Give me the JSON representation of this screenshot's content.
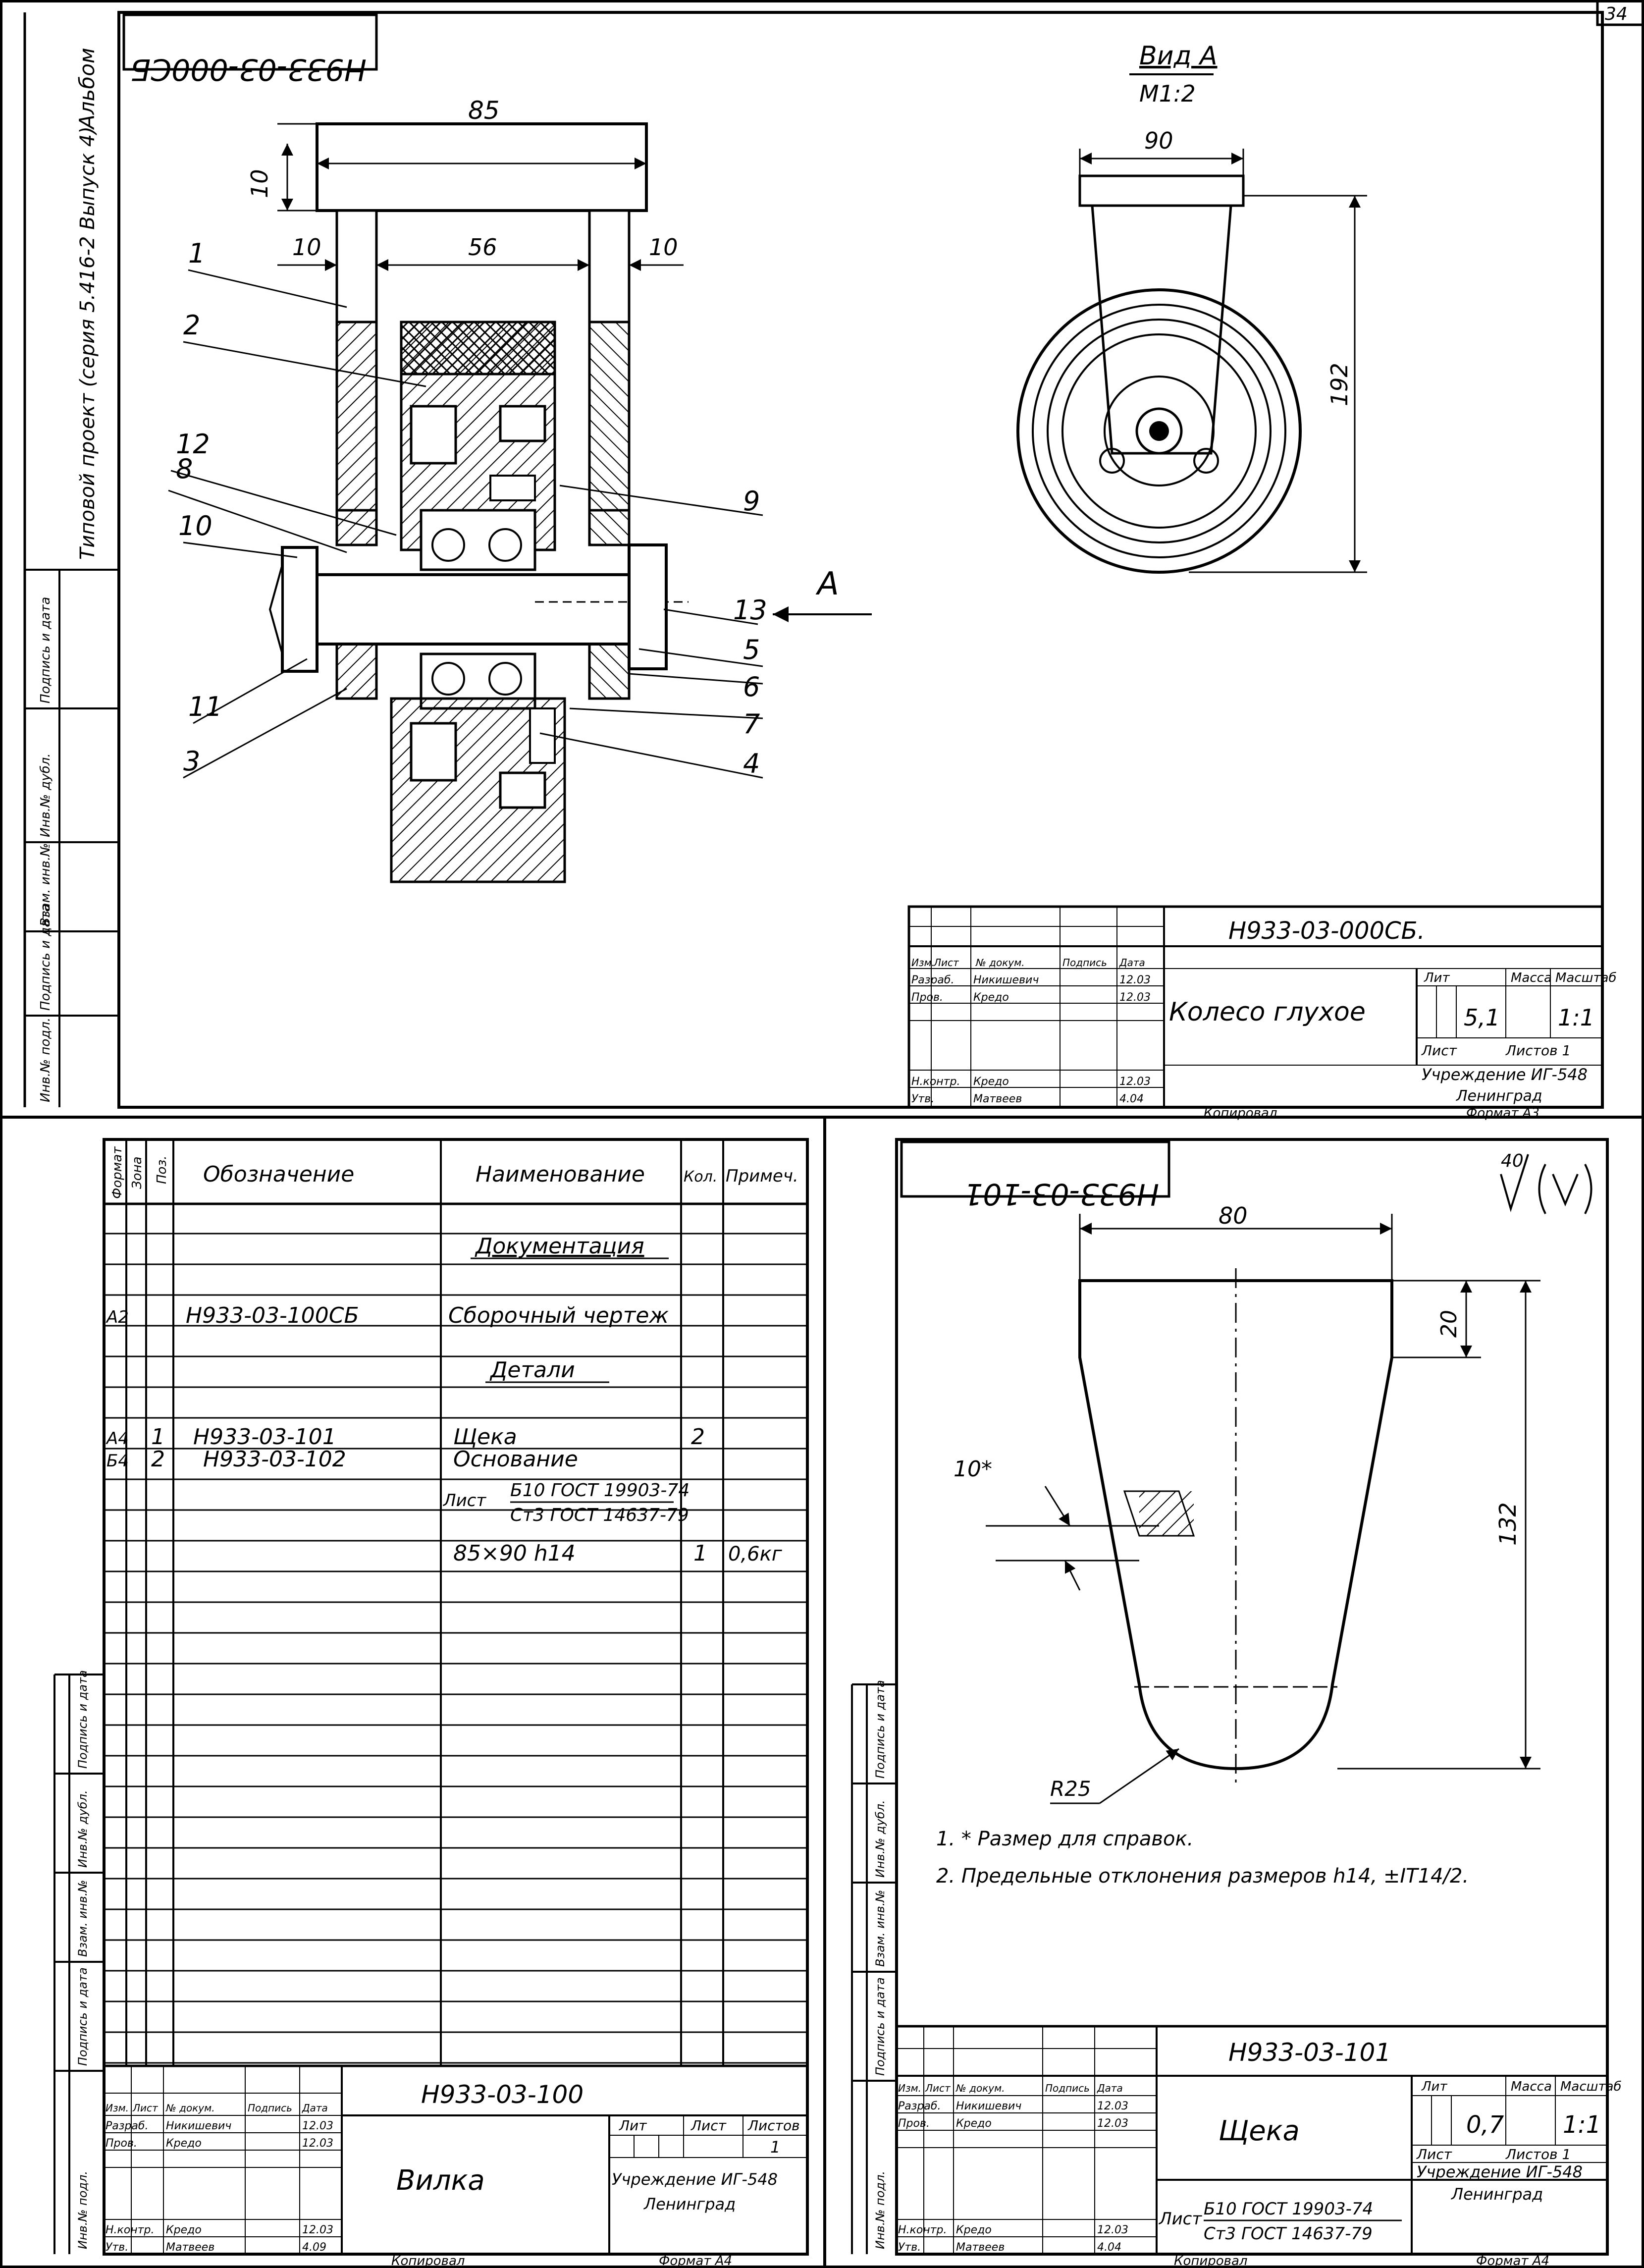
{
  "page_number": "34",
  "album_label": "Альбом",
  "project_label": "Типовой проект (серия 5.416-2 Выпуск 4)",
  "margin_stamp": [
    "Инв.№ подл.",
    "Подпись и дата",
    "Взам. инв.№",
    "Инв.№ дубл.",
    "Подпись и дата"
  ],
  "sheet1": {
    "code_rotated": "Н933-03-000СБ",
    "view_title": "Вид А",
    "view_scale": "М1:2",
    "dims": {
      "d85": "85",
      "d10_top": "10",
      "d10_left": "10",
      "d56": "56",
      "d10_right": "10",
      "d90": "90",
      "d192": "192"
    },
    "callouts": [
      "1",
      "2",
      "12",
      "8",
      "10",
      "11",
      "3",
      "9",
      "13",
      "5",
      "6",
      "7",
      "4"
    ],
    "arrow_label": "А",
    "title_block": {
      "code": "Н933-03-000СБ.",
      "name": "Колесо глухое",
      "headers": [
        "Лит",
        "Масса",
        "Масштаб"
      ],
      "mass": "5,1",
      "scale": "1:1",
      "sheet": "Лист",
      "sheets": "Листов 1",
      "org": "Учреждение ИГ-548",
      "city": "Ленинград",
      "roles": [
        "Изм.",
        "Лист",
        "№ докум.",
        "Подпись",
        "Дата"
      ],
      "rows": [
        [
          "Разраб.",
          "Никишевич",
          "",
          "12.03"
        ],
        [
          "Пров.",
          "Кредо",
          "",
          "12.03"
        ],
        [
          "Н.контр.",
          "Кредо",
          "",
          "12.03"
        ],
        [
          "Утв.",
          "Матвеев",
          "",
          "4.04"
        ]
      ],
      "copied": "Копировал",
      "format": "Формат А3"
    }
  },
  "sheet2": {
    "headers": [
      "Формат",
      "Зона",
      "Поз.",
      "Обозначение",
      "Наименование",
      "Кол.",
      "Примеч."
    ],
    "rows": [
      {
        "fmt": "",
        "pos": "",
        "code": "",
        "name": "Документация",
        "qty": "",
        "note": "",
        "underline": true
      },
      {
        "fmt": "А2",
        "pos": "",
        "code": "Н933-03-100СБ",
        "name": "Сборочный чертеж",
        "qty": "",
        "note": ""
      },
      {
        "fmt": "",
        "pos": "",
        "code": "",
        "name": "Детали",
        "qty": "",
        "note": "",
        "underline": true
      },
      {
        "fmt": "А4",
        "pos": "1",
        "code": "Н933-03-101",
        "name": "Щека",
        "qty": "2",
        "note": ""
      },
      {
        "fmt": "Б4",
        "pos": "2",
        "code": "Н933-03-102",
        "name": "Основание",
        "qty": "",
        "note": ""
      }
    ],
    "material_sheet": "Лист",
    "material_a": "Б10 ГОСТ 19903-74",
    "material_b": "Ст3 ГОСТ 14637-79",
    "material_size": "85×90 h14",
    "material_qty": "1",
    "material_mass": "0,6кг",
    "title_block": {
      "code": "Н933-03-100",
      "name": "Вилка",
      "headers": [
        "Лит",
        "Лист",
        "Листов"
      ],
      "sheets": "1",
      "org": "Учреждение ИГ-548",
      "city": "Ленинград",
      "roles": [
        "Изм.",
        "Лист",
        "№ докум.",
        "Подпись",
        "Дата"
      ],
      "rows": [
        [
          "Разраб.",
          "Никишевич",
          "",
          "12.03"
        ],
        [
          "Пров.",
          "Кредо",
          "",
          "12.03"
        ],
        [
          "Н.контр.",
          "Кредо",
          "",
          "12.03"
        ],
        [
          "Утв.",
          "Матвеев",
          "",
          "4.09"
        ]
      ],
      "copied": "Копировал",
      "format": "Формат А4"
    }
  },
  "sheet3": {
    "code_rotated": "Н933-03-101",
    "roughness": "40",
    "dims": {
      "d80": "80",
      "d20": "20",
      "d132": "132",
      "d10": "10*",
      "r25": "R25"
    },
    "notes": [
      "1. * Размер для справок.",
      "2. Предельные отклонения размеров h14, ±IT14/2."
    ],
    "title_block": {
      "code": "Н933-03-101",
      "name": "Щека",
      "headers": [
        "Лит",
        "Масса",
        "Масштаб"
      ],
      "mass": "0,7",
      "scale": "1:1",
      "sheet": "Лист",
      "sheets": "Листов 1",
      "material_prefix": "Лист",
      "material_a": "Б10 ГОСТ 19903-74",
      "material_b": "Ст3 ГОСТ 14637-79",
      "org": "Учреждение ИГ-548",
      "city": "Ленинград",
      "roles": [
        "Изм.",
        "Лист",
        "№ докум.",
        "Подпись",
        "Дата"
      ],
      "rows": [
        [
          "Разраб.",
          "Никишевич",
          "",
          "12.03"
        ],
        [
          "Пров.",
          "Кредо",
          "",
          "12.03"
        ],
        [
          "Н.контр.",
          "Кредо",
          "",
          "12.03"
        ],
        [
          "Утв.",
          "Матвеев",
          "",
          "4.04"
        ]
      ],
      "copied": "Копировал",
      "format": "Формат А4"
    }
  }
}
